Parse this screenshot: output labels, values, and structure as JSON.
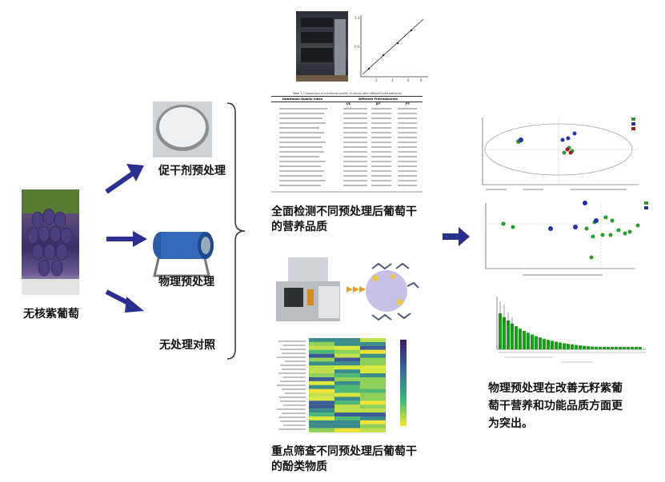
{
  "labels": {
    "grape": "无核紫葡萄",
    "desiccant": "促干剂预处理",
    "physical": "物理预处理",
    "control": "无处理对照",
    "nutrition_line1": "全面检测不同预处理后葡萄干",
    "nutrition_line2": "的营养品质",
    "phenol_line1": "重点筛查不同预处理后葡萄干",
    "phenol_line2": "的酚类物质",
    "conclusion_line1": "物理预处理在改善无籽紫葡",
    "conclusion_line2": "萄干营养和功能品质方面更",
    "conclusion_line3": "为突出。"
  },
  "table": {
    "caption": "Table 1. Comparison of nutritional quality of raisins after different pretreatments",
    "col_index": "Nutritional Quality Index",
    "col_group": "Different Pretreatments",
    "cols": [
      "CK",
      "DT",
      "PT"
    ]
  },
  "colors": {
    "arrow": "#2b2f8f",
    "bracket": "#333333",
    "green_dot": "#2e9b2e",
    "blue_dot": "#2233aa",
    "bar_green": "#1a9e1a"
  }
}
